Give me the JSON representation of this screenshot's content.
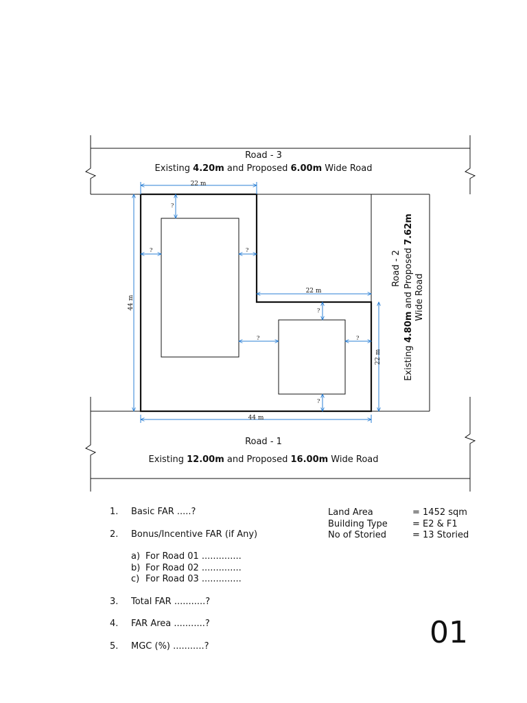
{
  "roads": {
    "road3": {
      "name": "Road - 3",
      "prefix": "Existing ",
      "existing": "4.20m",
      "middle": " and Proposed ",
      "proposed": "6.00m",
      "suffix": " Wide Road"
    },
    "road2": {
      "name": "Road - 2",
      "prefix": "Existing ",
      "existing": "4.80m",
      "middle": " and Proposed ",
      "proposed": "7.62m",
      "suffix": "Wide Road"
    },
    "road1": {
      "name": "Road - 1",
      "prefix": "Existing ",
      "existing": "12.00m",
      "middle": " and Proposed ",
      "proposed": "16.00m",
      "suffix": " Wide Road"
    }
  },
  "dimensions": {
    "top_width": "22 m",
    "left_height": "44 m",
    "mid_width": "22 m",
    "right_height": "22 m",
    "bottom_width": "44 m",
    "unknown": "?"
  },
  "colors": {
    "line": "#111111",
    "dimension": "#2a7fd4"
  },
  "questions": [
    {
      "num": "1.",
      "label": "Basic FAR .....?"
    },
    {
      "num": "2.",
      "label": "Bonus/Incentive FAR (if Any)"
    },
    {
      "num": "3.",
      "label": "Total FAR ...........?"
    },
    {
      "num": "4.",
      "label": "FAR Area ...........?"
    },
    {
      "num": "5.",
      "label": "MGC (%) ...........?"
    }
  ],
  "sub_questions": [
    {
      "letter": "a)",
      "label": "For Road 01 .............."
    },
    {
      "letter": "b)",
      "label": "For Road 02 .............."
    },
    {
      "letter": "c)",
      "label": "For Road 03 .............."
    }
  ],
  "info": [
    {
      "label": "Land Area",
      "value": "= 1452 sqm"
    },
    {
      "label": "Building Type",
      "value": "= E2 & F1"
    },
    {
      "label": "No of Storied",
      "value": "= 13 Storied"
    }
  ],
  "page_number": "01"
}
